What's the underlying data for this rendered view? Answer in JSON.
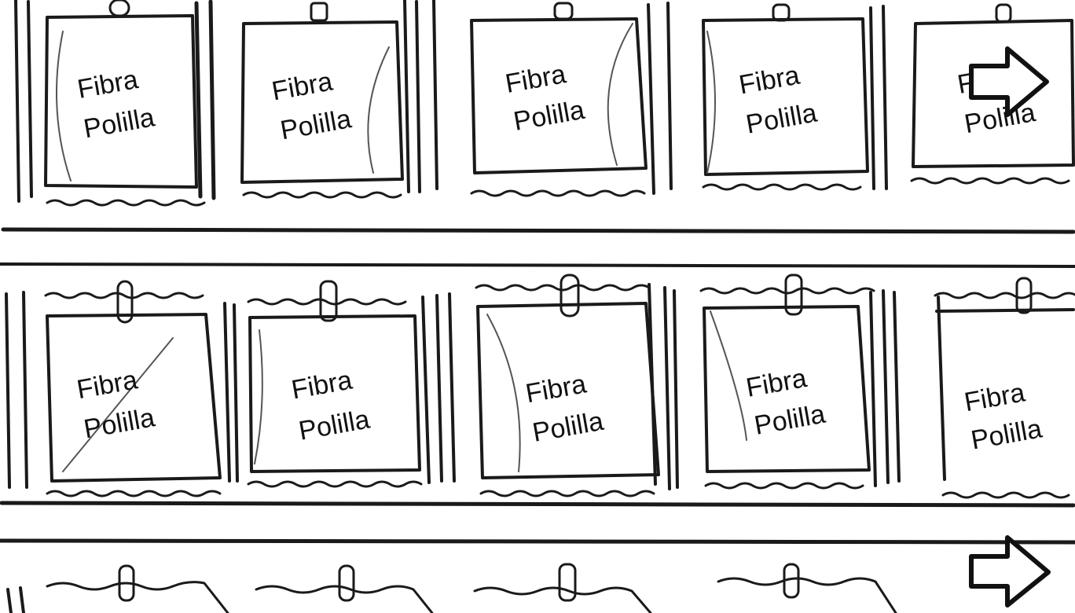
{
  "sketch": {
    "product_line1": "Fibra",
    "product_line2": "Polilla",
    "rows": [
      {
        "bag_count": 5,
        "bags": [
          "Fibra Polilla",
          "Fibra Polilla",
          "Fibra Polilla",
          "Fibra Polilla",
          "Fibra Polilla"
        ]
      },
      {
        "bag_count": 5,
        "bags": [
          "Fibra Polilla",
          "Fibra Polilla",
          "Fibra Polilla",
          "Fibra Polilla",
          "Fibra Polilla"
        ]
      },
      {
        "bag_count": 5,
        "bags": []
      }
    ],
    "arrows": [
      "arrow-right-icon",
      "arrow-right-icon"
    ],
    "colors": {
      "ink": "#1a1a1a",
      "paper": "#ffffff"
    }
  }
}
